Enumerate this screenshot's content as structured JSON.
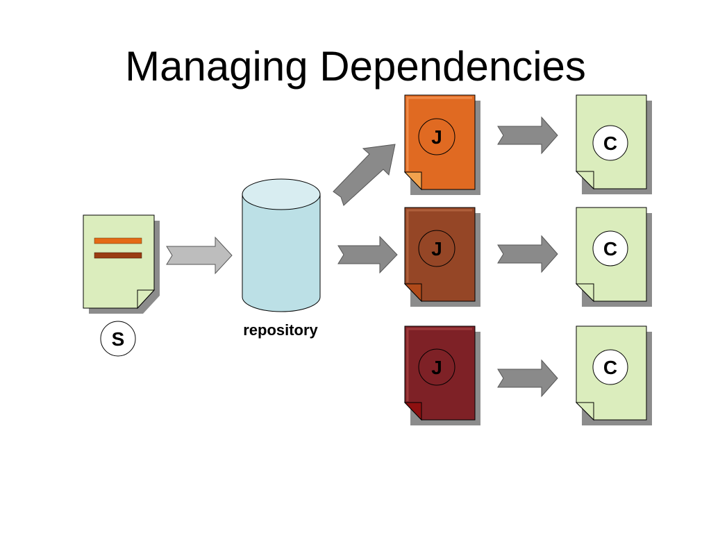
{
  "slide": {
    "title": "Managing Dependencies"
  },
  "diagram": {
    "source": {
      "label": "S"
    },
    "repository": {
      "label": "repository"
    },
    "jars": [
      {
        "label": "J",
        "color": "#E06A22"
      },
      {
        "label": "J",
        "color": "#954626"
      },
      {
        "label": "J",
        "color": "#7E2126"
      }
    ],
    "outputs": [
      {
        "label": "C"
      },
      {
        "label": "C"
      },
      {
        "label": "C"
      }
    ],
    "colors": {
      "doc_fill": "#DBEDBD",
      "cylinder_fill": "#BCE0E6",
      "cylinder_top": "#D8EDF1",
      "arrow_dark": "#8A8A8A",
      "arrow_light": "#BDBDBD",
      "shadow": "#8C8C8C",
      "stripe_orange": "#E46A16",
      "stripe_brown": "#9A3C12"
    }
  }
}
